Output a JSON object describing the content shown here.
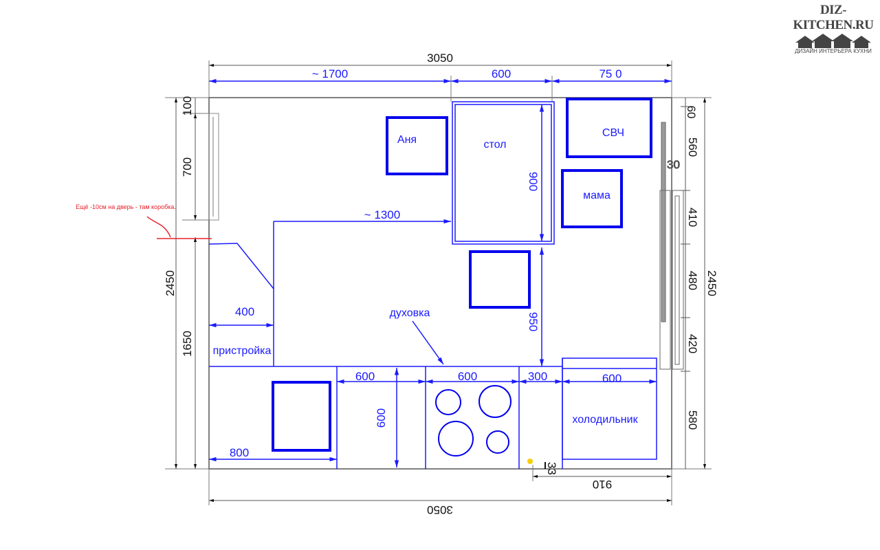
{
  "logo": {
    "title": "DIZ-KITCHEN.RU",
    "subtitle": "ДИЗАЙН ИНТЕРЬЕРА КУХНИ"
  },
  "annotation": {
    "text": "Ещё -10см на дверь - там коробка.",
    "color": "#e8202a"
  },
  "dimensions": {
    "top_total": "3050",
    "top_left": "~ 1700",
    "top_mid": "600",
    "top_right": "75 0",
    "left_100": "100",
    "left_700": "700",
    "left_total": "2450",
    "left_1650": "1650",
    "right_60": "60",
    "right_560": "560",
    "right_410": "410",
    "right_480": "480",
    "right_420": "420",
    "right_580": "580",
    "right_total": "2450",
    "bottom_total": "3050",
    "bottom_910": "910",
    "bottom_33": "33",
    "right_30": "30",
    "inner_1300": "~ 1300",
    "inner_900": "900",
    "inner_950": "950",
    "inner_400": "400",
    "counter_800": "800",
    "counter_600a": "600",
    "counter_600_depth": "600",
    "counter_600b": "600",
    "counter_300": "300",
    "fridge_600": "600"
  },
  "labels": {
    "anya": "Аня",
    "table": "стол",
    "microwave": "СВЧ",
    "mama": "мама",
    "oven": "духовка",
    "extension": "пристройка",
    "fridge": "холодильник"
  },
  "colors": {
    "plan_blue": "#1a1aff",
    "dim_line": "#777777"
  }
}
